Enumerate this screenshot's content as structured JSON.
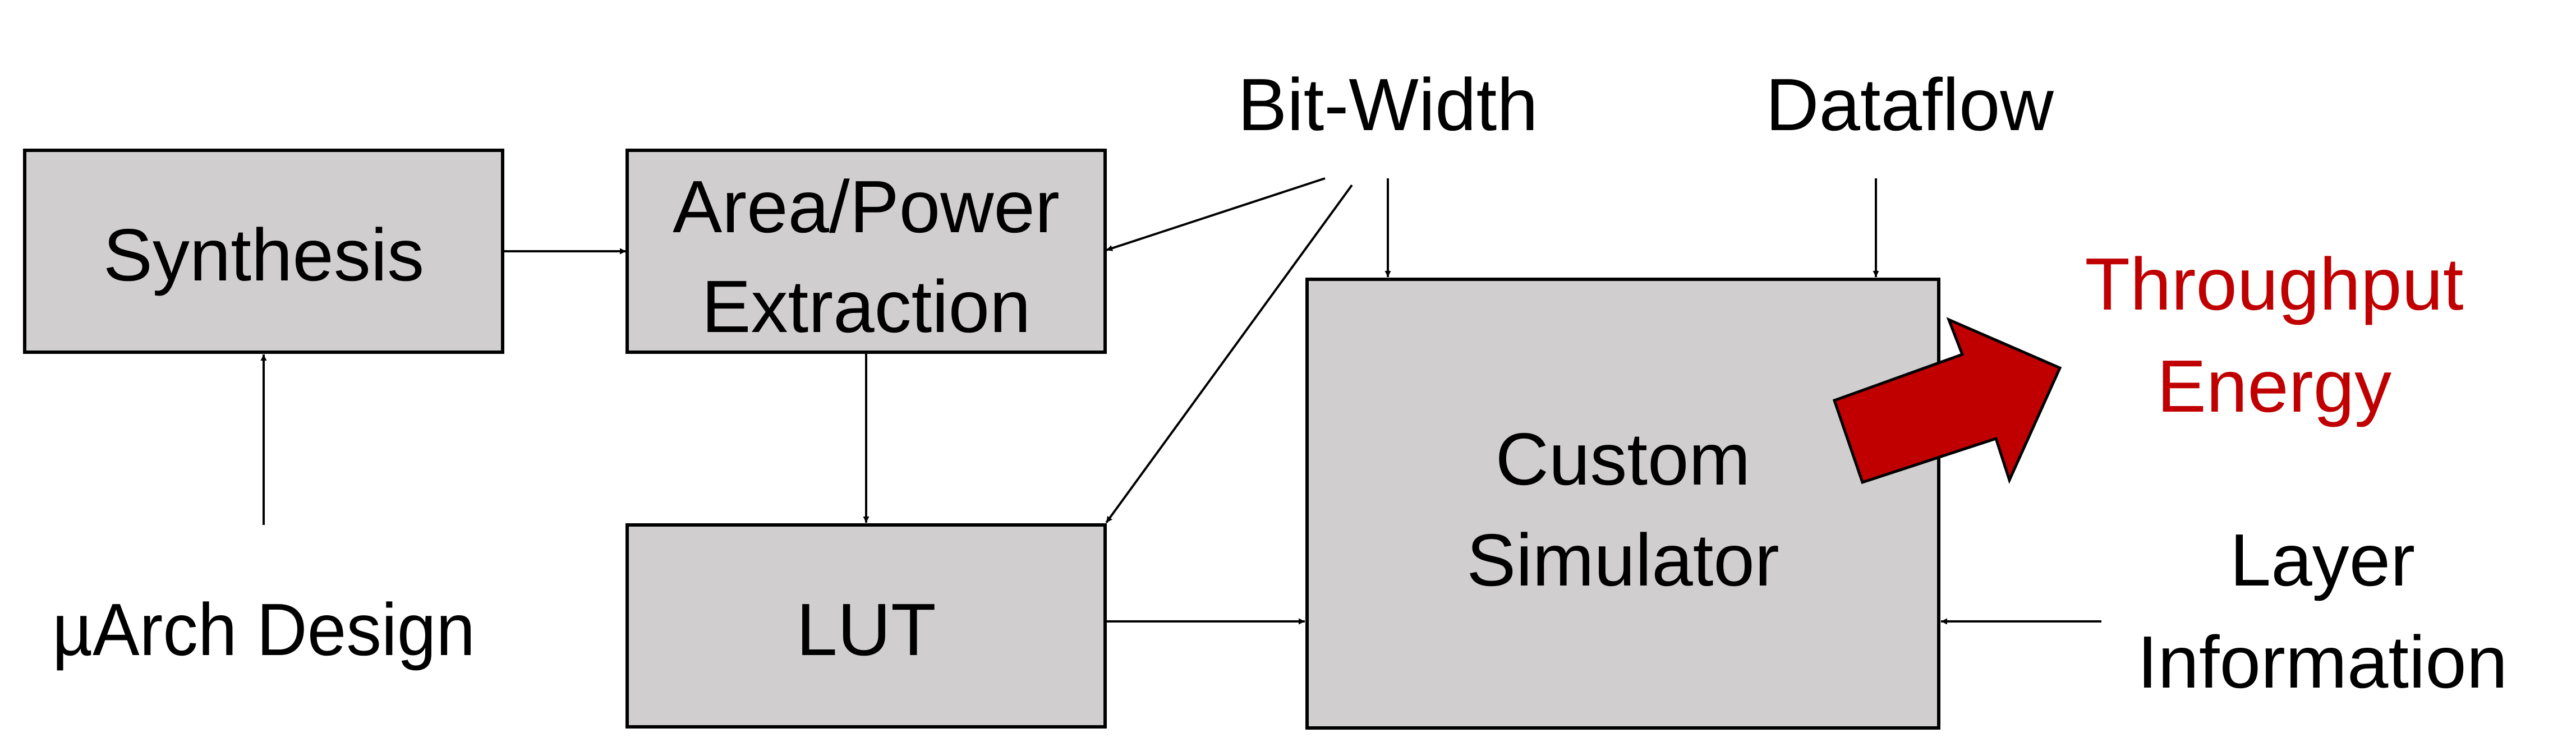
{
  "nodes": {
    "synthesis": {
      "label": "Synthesis"
    },
    "area_power": {
      "line1": "Area/Power",
      "line2": "Extraction"
    },
    "lut": {
      "label": "LUT"
    },
    "simulator": {
      "line1": "Custom",
      "line2": "Simulator"
    }
  },
  "inputs": {
    "march_design": "µArch Design",
    "bit_width": "Bit-Width",
    "dataflow": "Dataflow",
    "layer_info": {
      "line1": "Layer",
      "line2": "Information"
    }
  },
  "outputs": {
    "line1": "Throughput",
    "line2": "Energy"
  },
  "colors": {
    "box_fill": "#d0cece",
    "output": "#c00000",
    "output_arrow": "#c00000"
  }
}
